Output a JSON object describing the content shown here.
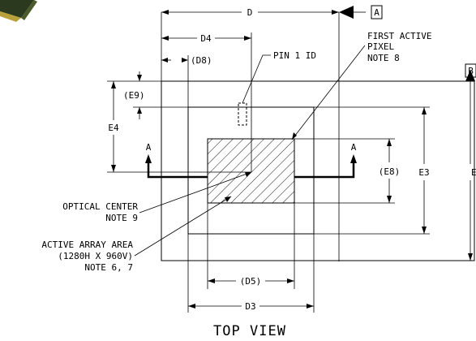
{
  "view_title": "TOP VIEW",
  "datums": {
    "a": "A",
    "b": "B"
  },
  "dimensions": {
    "d": "D",
    "d4": "D4",
    "d8": "(D8)",
    "d5": "(D5)",
    "d3": "D3",
    "e9": "(E9)",
    "e4": "E4",
    "e8": "(E8)",
    "e3": "E3",
    "e": "E"
  },
  "section_marks": {
    "left": "A",
    "right": "A"
  },
  "callouts": {
    "pin1": "PIN 1 ID",
    "first_active_line1": "FIRST ACTIVE",
    "first_active_line2": "PIXEL",
    "first_active_line3": "NOTE 8",
    "optical_line1": "OPTICAL CENTER",
    "optical_line2": "NOTE 9",
    "active_line1": "ACTIVE ARRAY AREA",
    "active_line2": "(1280H X 960V)",
    "active_line3": "NOTE 6, 7"
  },
  "colors": {
    "chip_dark": "#2b3a1e",
    "chip_gold": "#b8a13a",
    "ink": "#000000"
  }
}
